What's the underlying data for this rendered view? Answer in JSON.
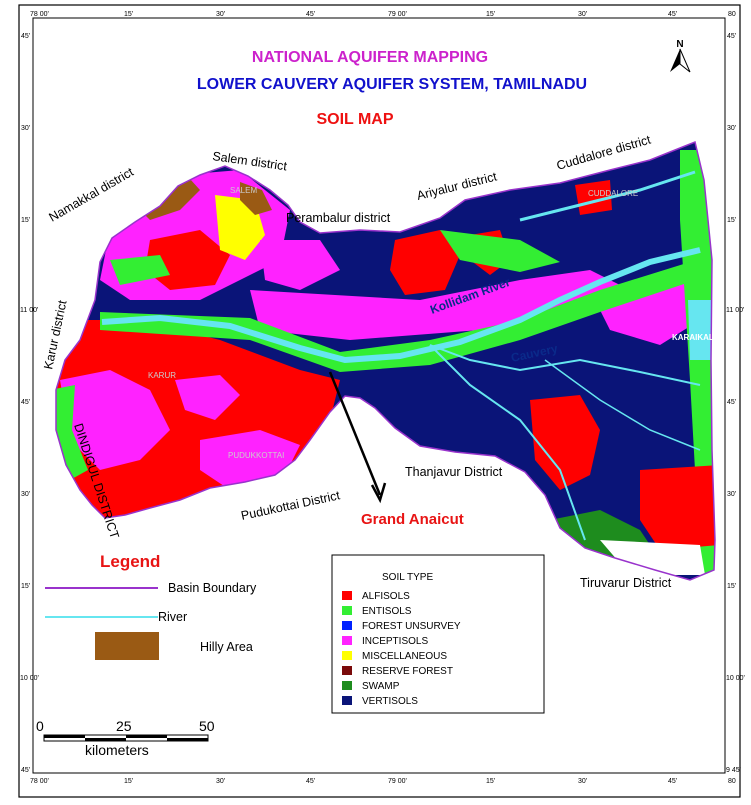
{
  "titles": {
    "line1": "NATIONAL AQUIFER MAPPING",
    "line2": "LOWER CAUVERY AQUIFER SYSTEM, TAMILNADU",
    "line3": "SOIL MAP"
  },
  "north_label": "N",
  "graticule": {
    "top": [
      "78 00'",
      "15'",
      "30'",
      "45'",
      "79 00'",
      "15'",
      "30'",
      "45'",
      "80"
    ],
    "bottom": [
      "78 00'",
      "15'",
      "30'",
      "45'",
      "79 00'",
      "15'",
      "30'",
      "45'",
      "80"
    ],
    "left": [
      "45'",
      "30'",
      "15'",
      "11 00'",
      "45'",
      "30'",
      "15'",
      "10 00'",
      "45'"
    ],
    "right": [
      "45'",
      "30'",
      "15'",
      "11 00'",
      "45'",
      "30'",
      "15'",
      "10 00'",
      "9 45'"
    ]
  },
  "districts": {
    "namakkal": "Namakkal district",
    "salem": "Salem district",
    "perambalur": "Perambalur district",
    "ariyalur": "Ariyalur district",
    "cuddalore": "Cuddalore district",
    "karur": "Karur district",
    "dindigul": "DINDIGUL DISTRICT",
    "pudukottai": "Pudukottai District",
    "thanjavur": "Thanjavur District",
    "tiruvarur": "Tiruvarur District"
  },
  "towns": {
    "salem": "SALEM",
    "karur": "KARUR",
    "pudukottai": "PUDUKKOTTAI",
    "karaikal": "KARAIKAL",
    "cuddalore": "CUDDALORE",
    "kollidam": "Kollidam River",
    "cauvery": "Cauvery"
  },
  "annotation": "Grand Anaicut",
  "legend": {
    "title": "Legend",
    "basin": "Basin Boundary",
    "river": "River",
    "hilly": "Hilly Area",
    "soil_title": "SOIL TYPE",
    "soils": [
      {
        "name": "ALFISOLS",
        "color": "#ff0000"
      },
      {
        "name": "ENTISOLS",
        "color": "#33ee33"
      },
      {
        "name": "FOREST UNSURVEY",
        "color": "#0022ff"
      },
      {
        "name": "INCEPTISOLS",
        "color": "#ff22ff"
      },
      {
        "name": "MISCELLANEOUS",
        "color": "#ffff00"
      },
      {
        "name": "RESERVE FOREST",
        "color": "#7a0a0a"
      },
      {
        "name": "SWAMP",
        "color": "#1e8c1e"
      },
      {
        "name": "VERTISOLS",
        "color": "#0a1478"
      }
    ]
  },
  "scale": {
    "t0": "0",
    "t1": "25",
    "t2": "50",
    "unit": "kilometers"
  },
  "colors": {
    "title1": "#cc22cc",
    "title2": "#1111cc",
    "title3": "#ee1111",
    "river": "#66e6f0",
    "basin": "#9933cc",
    "hilly": "#9a5a14",
    "grand_anaicut": "#e81414"
  }
}
